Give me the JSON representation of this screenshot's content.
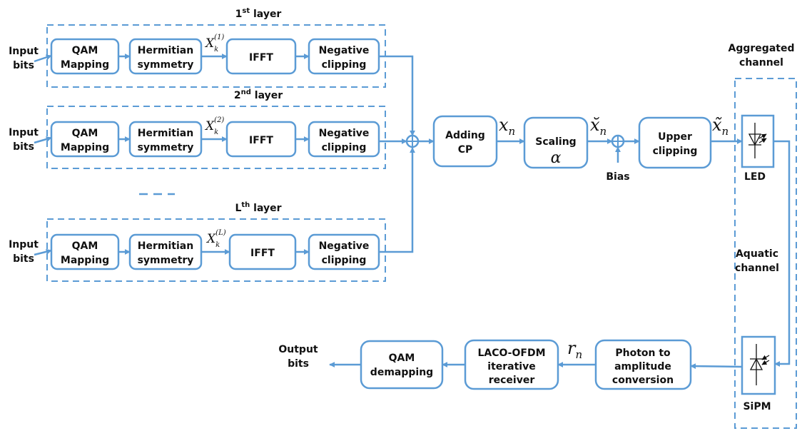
{
  "layers": [
    {
      "title": "1",
      "title_sup": "st",
      "title_rest": " layer",
      "input": [
        "Input",
        "bits"
      ],
      "blocks": [
        [
          "QAM",
          "Mapping"
        ],
        [
          "Hermitian",
          "symmetry"
        ],
        [
          "IFFT"
        ],
        [
          "Negative",
          "clipping"
        ]
      ],
      "signal": "X",
      "signal_sub": "k",
      "signal_sup": "(1)"
    },
    {
      "title": "2",
      "title_sup": "nd",
      "title_rest": " layer",
      "input": [
        "Input",
        "bits"
      ],
      "blocks": [
        [
          "QAM",
          "Mapping"
        ],
        [
          "Hermitian",
          "symmetry"
        ],
        [
          "IFFT"
        ],
        [
          "Negative",
          "clipping"
        ]
      ],
      "signal": "X",
      "signal_sub": "k",
      "signal_sup": "(2)"
    },
    {
      "title": "L",
      "title_sup": "th",
      "title_rest": " layer",
      "input": [
        "Input",
        "bits"
      ],
      "blocks": [
        [
          "QAM",
          "Mapping"
        ],
        [
          "Hermitian",
          "symmetry"
        ],
        [
          "IFFT"
        ],
        [
          "Negative",
          "clipping"
        ]
      ],
      "signal": "X",
      "signal_sub": "k",
      "signal_sup": "(L)"
    }
  ],
  "chain": {
    "adding_cp": [
      "Adding",
      "CP"
    ],
    "x_n": {
      "base": "x",
      "sub": "n"
    },
    "scaling": [
      "Scaling",
      "α"
    ],
    "x_breve": {
      "base": "x̆",
      "sub": "n"
    },
    "bias": "Bias",
    "upper_clipping": [
      "Upper",
      "clipping"
    ],
    "x_tilde": {
      "base": "x̃",
      "sub": "n"
    }
  },
  "channel": {
    "aggregated": [
      "Aggregated",
      "channel"
    ],
    "led": "LED",
    "aquatic": [
      "Aquatic",
      "channel"
    ],
    "sipm": "SiPM"
  },
  "receiver": {
    "photon": [
      "Photon to",
      "amplitude",
      "conversion"
    ],
    "r_n": {
      "base": "r",
      "sub": "n"
    },
    "laco": [
      "LACO-OFDM",
      "iterative",
      "receiver"
    ],
    "qam_demap": [
      "QAM",
      "demapping"
    ],
    "output": [
      "Output",
      "bits"
    ]
  }
}
